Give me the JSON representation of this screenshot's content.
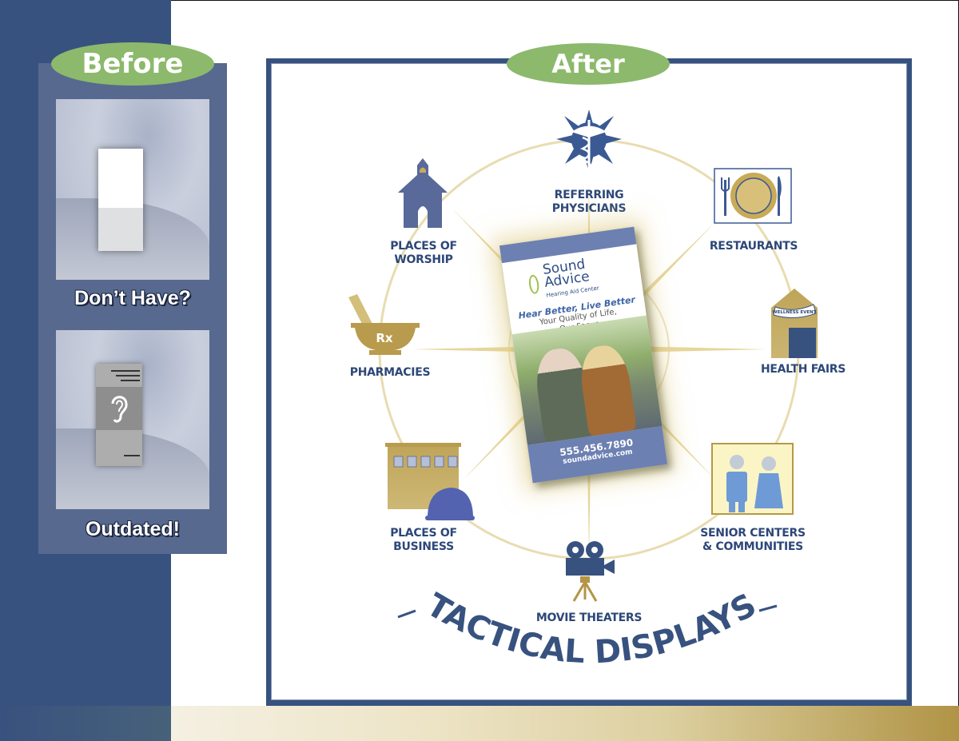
{
  "before": {
    "label": "Before",
    "panels": [
      {
        "caption": "Don’t Have?",
        "state": "empty-holder"
      },
      {
        "caption": "Outdated!",
        "state": "outdated-holder"
      }
    ]
  },
  "after": {
    "label": "After",
    "title": "TACTICAL DISPLAYS",
    "title_dashes": [
      "-",
      "-"
    ],
    "nodes": [
      {
        "id": "referring-physicians",
        "icon": "caduceus-icon",
        "lines": [
          "REFERRING",
          "PHYSICIANS"
        ]
      },
      {
        "id": "restaurants",
        "icon": "plate-fork-knife-icon",
        "lines": [
          "RESTAURANTS"
        ]
      },
      {
        "id": "health-fairs",
        "icon": "wellness-tent-icon",
        "lines": [
          "HEALTH FAIRS"
        ],
        "banner": "WELLNESS EVENT"
      },
      {
        "id": "senior-centers",
        "icon": "senior-couple-icon",
        "lines": [
          "SENIOR CENTERS",
          "& COMMUNITIES"
        ]
      },
      {
        "id": "movie-theaters",
        "icon": "movie-camera-icon",
        "lines": [
          "MOVIE THEATERS"
        ]
      },
      {
        "id": "places-of-business",
        "icon": "building-hardhat-icon",
        "lines": [
          "PLACES OF",
          "BUSINESS"
        ]
      },
      {
        "id": "pharmacies",
        "icon": "mortar-pestle-icon",
        "lines": [
          "PHARMACIES"
        ],
        "badge": "Rx"
      },
      {
        "id": "places-of-worship",
        "icon": "church-icon",
        "lines": [
          "PLACES OF",
          "WORSHIP"
        ]
      }
    ],
    "brochure": {
      "brand_line1": "Sound",
      "brand_line2": "Advice",
      "brand_sub": "Hearing Aid Center",
      "headline": "Hear Better, Live Better",
      "subhead_line1": "Your Quality of Life,",
      "subhead_line2": "Our Focus",
      "phone": "555.456.7890",
      "website": "soundadvice.com"
    }
  },
  "colors": {
    "navy": "#37527f",
    "panel": "#57698f",
    "green_pill": "#8cb96c",
    "gold": "#b8a04e",
    "label_blue": "#2d4778",
    "brochure_blue": "#6d80b2"
  }
}
